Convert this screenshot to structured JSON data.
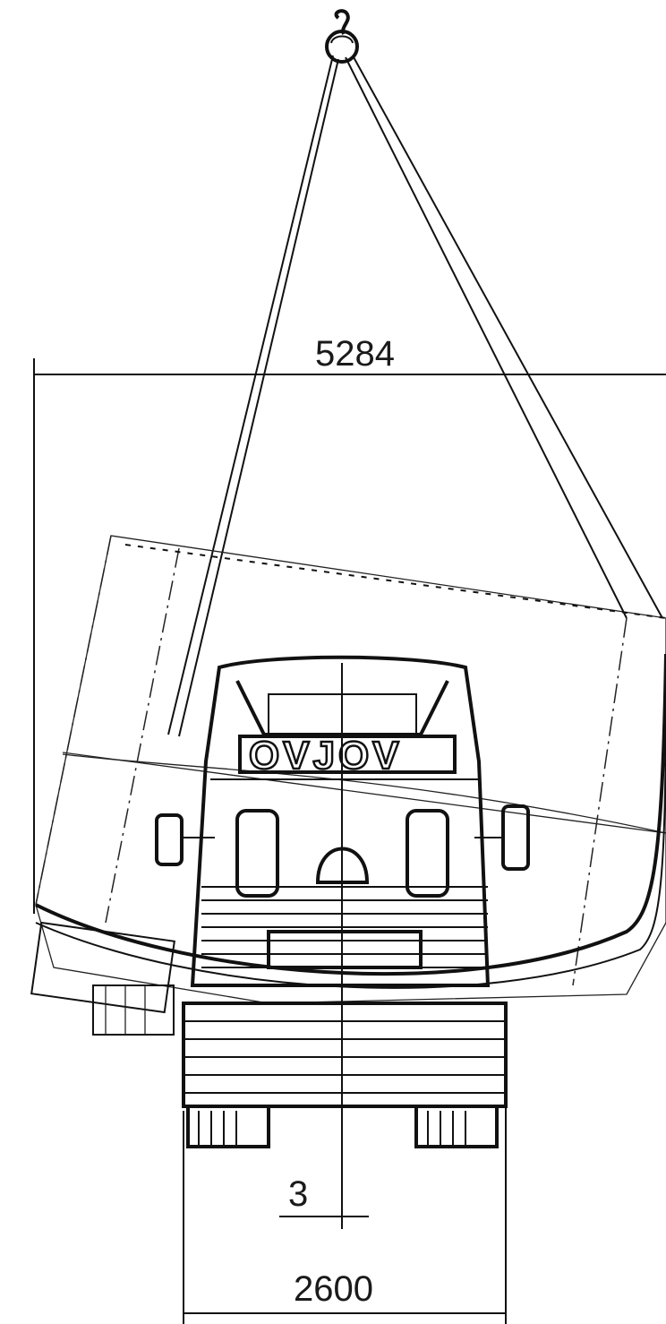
{
  "diagram": {
    "dimensions": {
      "overall_width": "5284",
      "track_width": "2600",
      "offset": "3"
    },
    "logo": "OVJOV"
  }
}
